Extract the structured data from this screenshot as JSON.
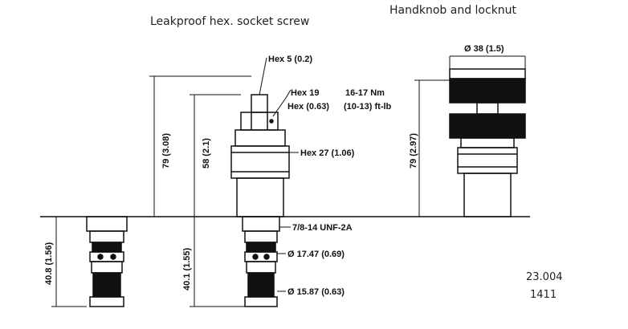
{
  "captions": {
    "left": "Leakproof hex. socket screw",
    "right": "Handknob and locknut"
  },
  "labels": {
    "hex_small": "Hex 5 (0.2)",
    "hex_19": "Hex 19",
    "hex_19_in": "Hex (0.63)",
    "torque_nm": "16-17 Nm",
    "torque_ftlb": "(10-13) ft-lb",
    "hex_27": "Hex 27 (1.06)",
    "thread": "7/8-14 UNF-2A",
    "dia_1": "Ø 17.47 (0.69)",
    "dia_2": "Ø 15.87 (0.63)",
    "knob_width": "Ø 38 (1.5)",
    "height_left_total": "79 (3.08)",
    "height_mid": "58 (2.1)",
    "height_right": "79 (2.97)",
    "cart_left": "40.8 (1.56)",
    "cart_mid": "40.1 (1.55)"
  },
  "refs": {
    "line1": "23.004",
    "line2": "1411"
  }
}
